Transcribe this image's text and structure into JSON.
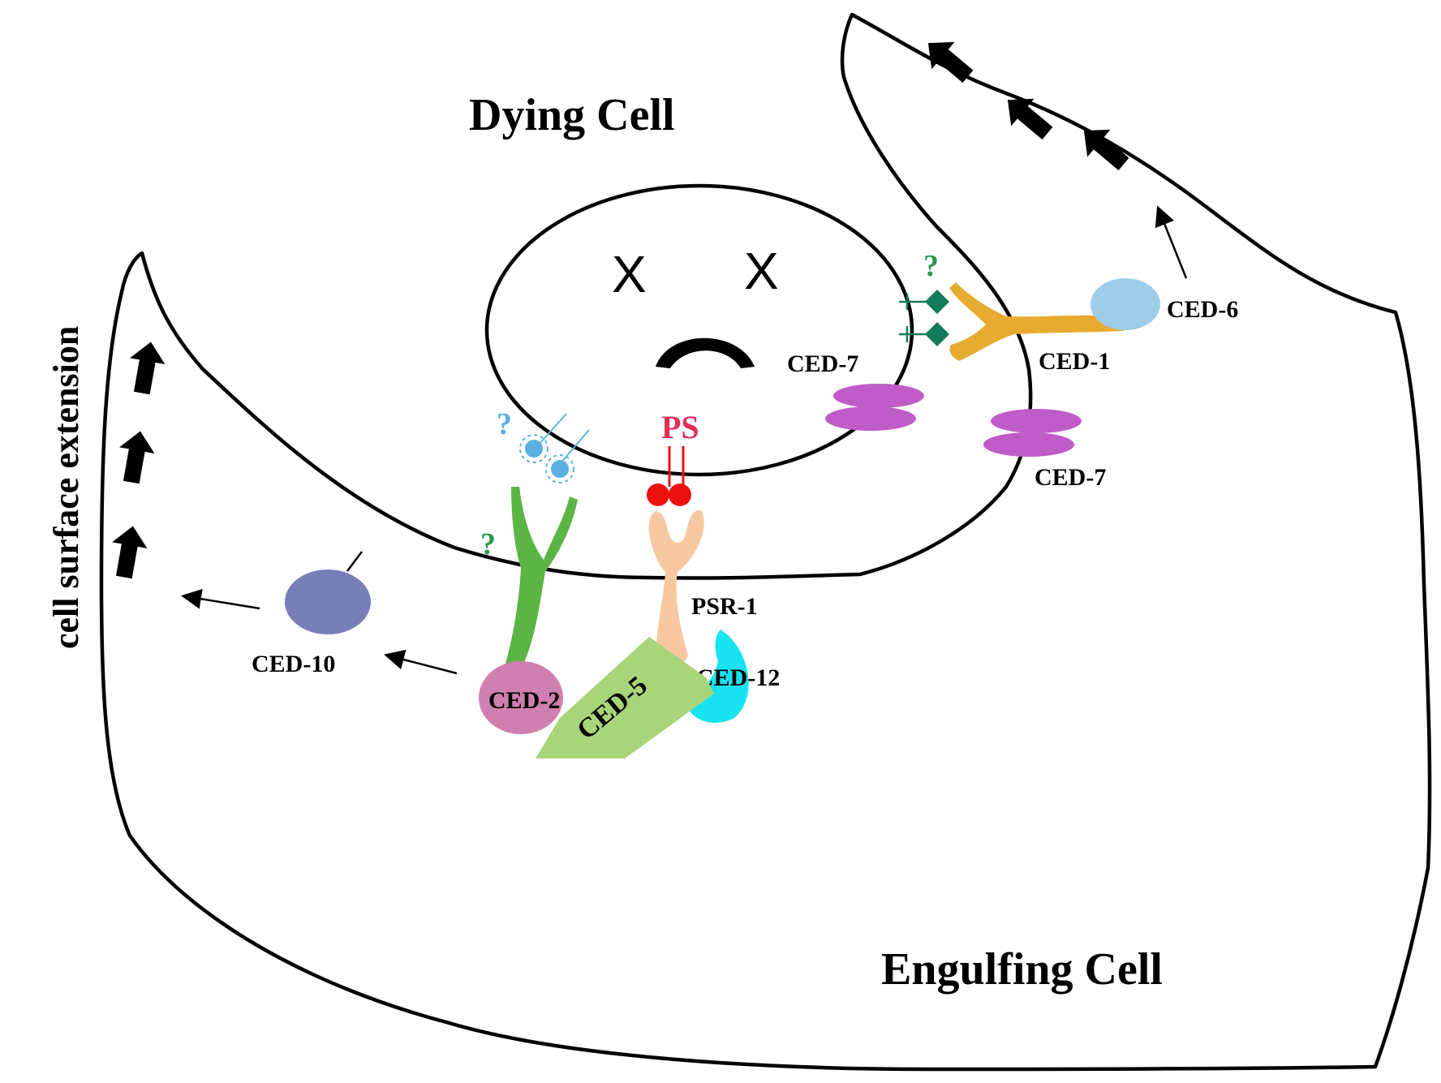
{
  "labels": {
    "dying_cell": "Dying Cell",
    "engulfing_cell": "Engulfing Cell",
    "cell_surface_extension": "cell surface extension",
    "ps": "PS",
    "psr1": "PSR-1",
    "ced1": "CED-1",
    "ced2": "CED-2",
    "ced5": "CED-5",
    "ced6": "CED-6",
    "ced7_top": "CED-7",
    "ced7_bottom": "CED-7",
    "ced10": "CED-10",
    "ced12": "CED-12",
    "eye_left": "X",
    "eye_right": "X",
    "q_green_top": "?",
    "q_blue": "?",
    "q_green_left": "?"
  },
  "colors": {
    "outline": "#000000",
    "ced1": "#e6ac32",
    "ced2": "#cf7fb0",
    "ced5": "#a8d47a",
    "ced6": "#9dcde8",
    "ced7": "#c05cc8",
    "ced10": "#777fb8",
    "ced12": "#19e3f0",
    "psr1": "#f7c8a0",
    "ps": "#ee1111",
    "ps_text": "#e0305a",
    "green_receptor": "#5cb445",
    "teal_ligand": "#137a5a",
    "blue_ligand": "#5ab0e0",
    "question_green": "#2a9a50",
    "question_blue": "#5ab0e0"
  }
}
